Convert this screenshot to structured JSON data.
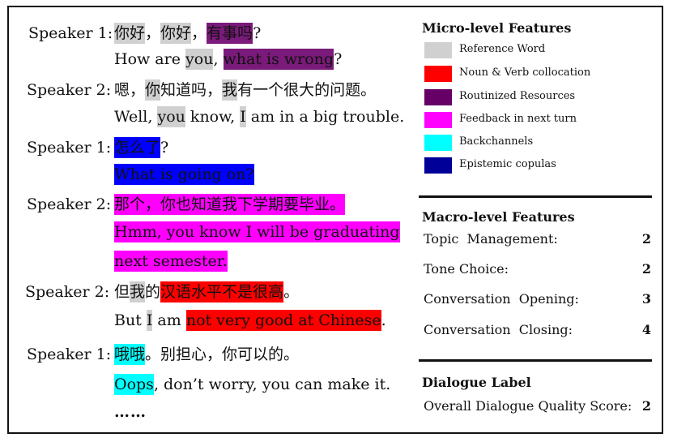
{
  "dialogue": {
    "turns": [
      {
        "speaker": "Speaker 1:",
        "zh": [
          {
            "text": "你好",
            "hl": "ref"
          },
          {
            "text": "，"
          },
          {
            "text": "你好",
            "hl": "ref"
          },
          {
            "text": "，"
          },
          {
            "text": "有事吗",
            "hl": "rr"
          },
          {
            "text": "?"
          }
        ],
        "en": [
          [
            {
              "text": "How are "
            },
            {
              "text": "you",
              "hl": "ref"
            },
            {
              "text": ", "
            },
            {
              "text": "what is wrong",
              "hl": "rr"
            },
            {
              "text": "?"
            }
          ]
        ]
      },
      {
        "speaker": "Speaker 2:",
        "zh": [
          {
            "text": "嗯，"
          },
          {
            "text": "你",
            "hl": "ref"
          },
          {
            "text": "知道吗，"
          },
          {
            "text": "我",
            "hl": "ref"
          },
          {
            "text": "有一个很大的问题。"
          }
        ],
        "en": [
          [
            {
              "text": "Well, "
            },
            {
              "text": "you",
              "hl": "ref"
            },
            {
              "text": " know, "
            },
            {
              "text": "I",
              "hl": "ref"
            },
            {
              "text": " am in a big trouble."
            }
          ]
        ]
      },
      {
        "speaker": "Speaker 1:",
        "zh": [
          {
            "text": "怎么了",
            "hl": "ep"
          },
          {
            "text": "?"
          }
        ],
        "en": [
          [
            {
              "text": "What is going on?",
              "hl": "ep"
            }
          ]
        ]
      },
      {
        "speaker": "Speaker 2:",
        "zh": [
          {
            "text": "那个，你也知道我下学期要毕业。",
            "hl": "fb"
          }
        ],
        "en": [
          [
            {
              "text": "Hmm, you know I will be graduating",
              "hl": "fb"
            }
          ],
          [
            {
              "text": "next semester.",
              "hl": "fb"
            }
          ]
        ]
      },
      {
        "speaker": "Speaker 2:",
        "zh": [
          {
            "text": "但"
          },
          {
            "text": "我",
            "hl": "ref"
          },
          {
            "text": "的"
          },
          {
            "text": "汉语水平不是很高",
            "hl": "nv"
          },
          {
            "text": "。"
          }
        ],
        "en": [
          [
            {
              "text": "But "
            },
            {
              "text": "I",
              "hl": "ref"
            },
            {
              "text": " am "
            },
            {
              "text": "not very good at Chinese",
              "hl": "nv"
            },
            {
              "text": "."
            }
          ]
        ]
      },
      {
        "speaker": "Speaker 1:",
        "zh": [
          {
            "text": "哦哦",
            "hl": "bc"
          },
          {
            "text": "。别担心，你可以的。"
          }
        ],
        "en": [
          [
            {
              "text": "Oops",
              "hl": "bc"
            },
            {
              "text": ", don’t worry, you can make it."
            }
          ]
        ]
      }
    ],
    "ellipsis": "……"
  },
  "micro": {
    "title": "Micro-level Features",
    "items": [
      {
        "key": "ref",
        "label": "Reference Word",
        "color": "#d0d0d0"
      },
      {
        "key": "nv",
        "label": "Noun & Verb collocation",
        "color": "#ff0000"
      },
      {
        "key": "rr",
        "label": "Routinized Resources",
        "color": "#660066"
      },
      {
        "key": "fb",
        "label": "Feedback in next turn",
        "color": "#ff00ff"
      },
      {
        "key": "bc",
        "label": "Backchannels",
        "color": "#00ffff"
      },
      {
        "key": "ep",
        "label": "Epistemic copulas",
        "color": "#000099"
      }
    ]
  },
  "macro": {
    "title": "Macro-level Features",
    "items": [
      {
        "label": "Topic  Management:",
        "value": "2"
      },
      {
        "label": "Tone Choice:",
        "value": "2"
      },
      {
        "label": "Conversation  Opening:",
        "value": "3"
      },
      {
        "label": "Conversation  Closing:",
        "value": "4"
      }
    ]
  },
  "dialogue_label": {
    "title": "Dialogue Label",
    "score_label": "Overall Dialogue Quality Score:",
    "score_value": "2"
  }
}
